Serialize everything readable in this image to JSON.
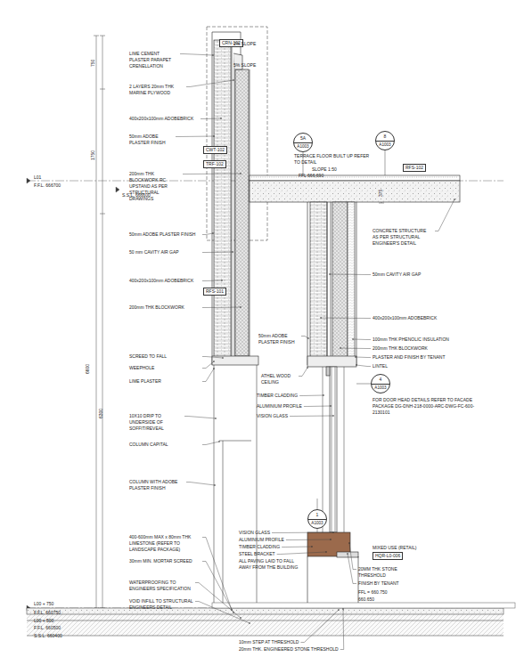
{
  "diagram": {
    "nodes": [
      {
        "text": [
          "CRN-102"
        ]
      },
      {
        "text": [
          "CWT-102"
        ]
      },
      {
        "text": [
          "TRF-102"
        ]
      },
      {
        "text": [
          "RFS-101"
        ]
      },
      {
        "text": [
          "RFS-102"
        ]
      },
      {
        "text": [
          "5A",
          "A1003"
        ]
      },
      {
        "text": [
          "8",
          "A1003"
        ]
      },
      {
        "text": [
          "4",
          "A1003"
        ]
      },
      {
        "text": [
          "1",
          "A1003"
        ]
      },
      {
        "text": [
          "HQR-L0-006"
        ]
      }
    ],
    "labels": [
      "2% SLOPE",
      "LIME CEMENT PLASTER PARAPET CRENELLATION",
      "2 LAYERS 20mm THK MARINE PLYWOOD",
      "400x200x100mm ADOBEBRICK",
      "50mm ADOBE PLASTER FINISH",
      "5% SLOPE",
      "200mm THK BLOCKWORK RC UPSTAND AS PER STRUCTURAL DRAWINGS",
      "50mm ADOBE PLASTER FINISH",
      "50 mm CAVITY AIR GAP",
      "400x200x100mm ADOBEBRICK",
      "200mm THK BLOCKWORK",
      "SCREED TO FALL",
      "WEEPHOLE",
      "LIME PLASTER",
      "10X10 DRIP TO UNDERSIDE OF SOFFIT/REVEAL",
      "COLUMN CAPITAL",
      "COLUMN WITH ADOBE PLASTER FINISH",
      "400-600mm MAX x 80mm THK LIMESTONE (REFER TO LANDSCAPE PACKAGE)",
      "30mm MIN. MORTAR SCREED",
      "WATERPROOFING TO ENGINEERS SPECIFICATION",
      "VOID INFILL TO STRUCTURAL ENGINEERS DETAIL",
      "10mm STEP AT THRESHOLD",
      "20mm THK. ENGINEERED STONE THRESHOLD",
      "750",
      "1750",
      "6600",
      "6300",
      "L01",
      "F.F.L. 666700",
      "S.S.L. 666600",
      "L00 + 750",
      "F.F.L. 660750",
      "L00 + 500",
      "F.F.L. 660500",
      "S.S.L. 660400",
      "TERRACE FLOOR BUILT UP REFER TO DETAIL",
      "SLOPE 1:50",
      "FFL 666,690",
      "375",
      "CONCRETE STRUCTURE AS PER STRUCTURAL ENGINEER'S DETAIL",
      "50mm CAVITY AIR GAP",
      "400x200x100mm ADOBEBRICK",
      "100mm THK PHENOLIC INSULATION",
      "200mm THK BLOCKWORK",
      "PLASTER AND FINISH BY TENANT",
      "LINTEL",
      "FOR DOOR HEAD DETAILS REFER TO FACADE PACKAGE DG-DNH-218-0000-ARC-DWG-FC-600-2130101",
      "50mm ADOBE PLASTER FINISH",
      "ATHEL WOOD CEILING",
      "TIMBER CLADDING",
      "ALUMINIUM PROFILE",
      "VISION GLASS",
      "VISION GLASS",
      "ALUMINIUM PROFILE",
      "TIMBER CLADDING",
      "STEEL BRACKET",
      "ALL PAVING LAID TO FALL AWAY FROM THE BUILDING",
      "20MM THK STONE THRESHOLD",
      "FINISH BY TENANT",
      "FFL = 660.750",
      "660.650",
      "MIXED USE (RETAIL)"
    ]
  }
}
